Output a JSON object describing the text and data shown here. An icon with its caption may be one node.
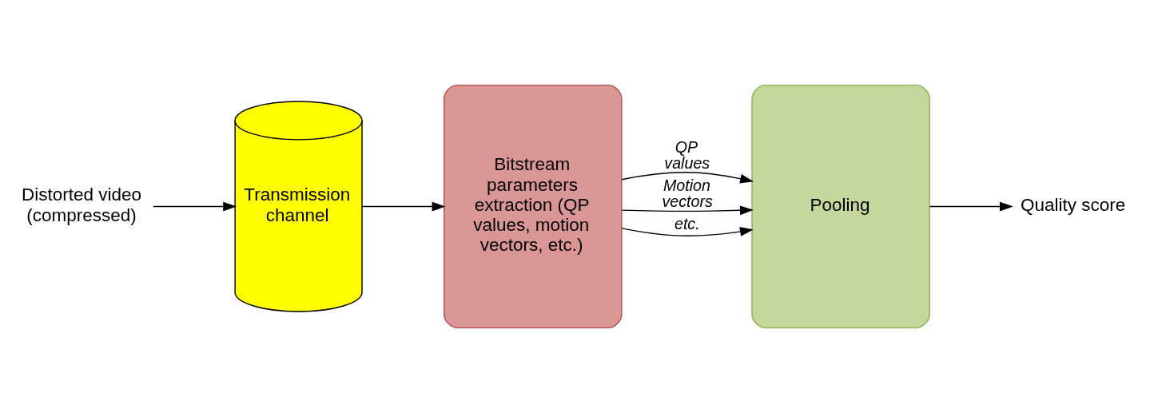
{
  "diagram": {
    "nodes": [
      {
        "text": [
          "Distorted video (compressed)"
        ]
      },
      {
        "text": [
          "Transmission channel"
        ]
      },
      {
        "text": [
          "Bitstream parameters extraction (QP values, motion vectors, etc.)"
        ]
      },
      {
        "text": [
          "Pooling"
        ]
      },
      {
        "text": [
          "Quality score"
        ]
      }
    ],
    "edges": [
      {
        "from": 0,
        "to": 1,
        "arrow": "to"
      },
      {
        "from": 1,
        "to": 2,
        "arrow": "to"
      },
      {
        "from": 2,
        "to": 3,
        "arrow": "to",
        "label": "QP values"
      },
      {
        "from": 2,
        "to": 3,
        "arrow": "to",
        "label": "Motion vectors"
      },
      {
        "from": 2,
        "to": 3,
        "arrow": "to",
        "label": "etc."
      },
      {
        "from": 3,
        "to": 4,
        "arrow": "to"
      }
    ]
  }
}
